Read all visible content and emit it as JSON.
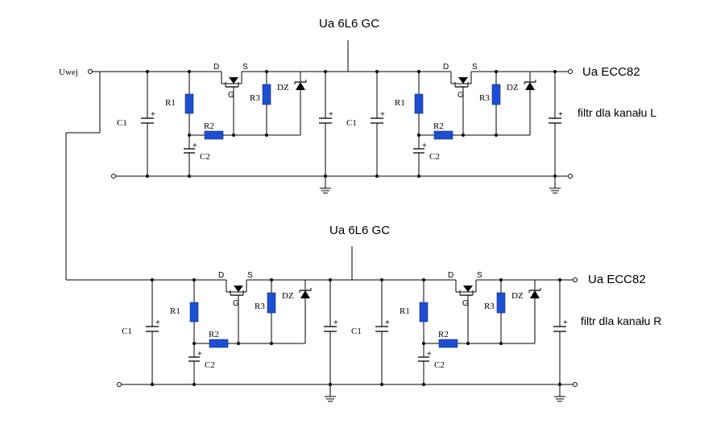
{
  "labels": {
    "input": "Uwej",
    "supply_top": "Ua 6L6 GC",
    "supply_bottom": "Ua 6L6 GC",
    "output_top": "Ua ECC82",
    "output_bottom": "Ua ECC82",
    "note_top": "filtr dla kanału L",
    "note_bottom": "filtr dla kanału R"
  },
  "components": {
    "c1": "C1",
    "c2": "C2",
    "r1": "R1",
    "r2": "R2",
    "r3": "R3",
    "dz": "DZ",
    "drain": "D",
    "source": "S",
    "gate": "G",
    "plus": "+"
  }
}
